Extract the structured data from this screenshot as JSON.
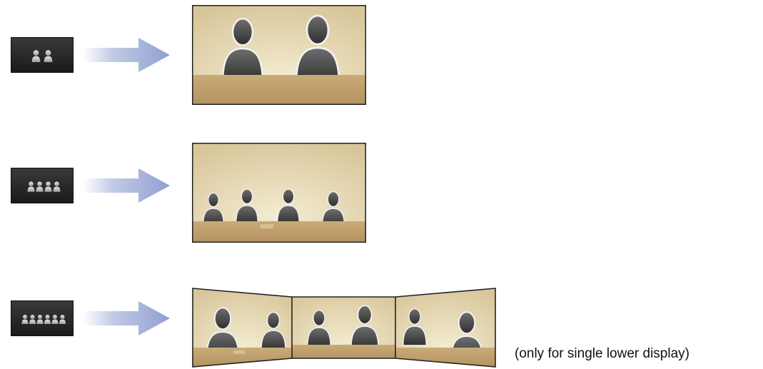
{
  "layouts": [
    {
      "button_icon": "two-people-icon",
      "people_count": 2,
      "scene": "two-person-view"
    },
    {
      "button_icon": "four-people-icon",
      "people_count": 4,
      "scene": "four-person-view"
    },
    {
      "button_icon": "six-people-icon",
      "people_count": 6,
      "scene": "three-panel-view"
    }
  ],
  "note": "(only for single lower display)",
  "colors": {
    "button_bg": "#222222",
    "icon_fill": "#cfcfcf",
    "arrow": "#8f9fd0",
    "wall_light": "#f4ecd2",
    "wall_dark": "#d8c69a",
    "table": "#c1a06a",
    "silhouette": "#3d3d3d",
    "frame": "#222222"
  }
}
